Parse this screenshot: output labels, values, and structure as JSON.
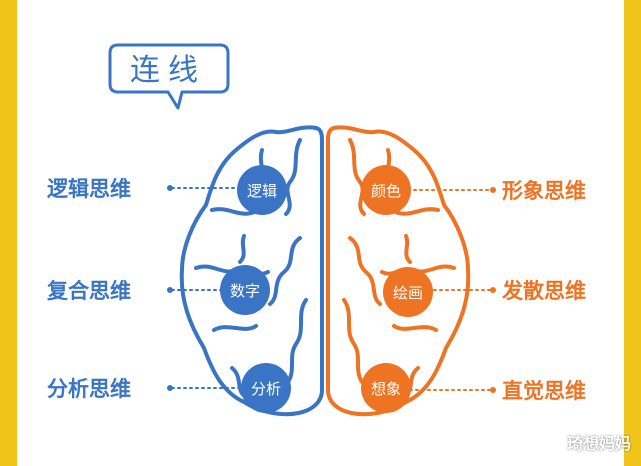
{
  "title": "连线",
  "left_labels": [
    "逻辑思维",
    "复合思维",
    "分析思维"
  ],
  "right_labels": [
    "形象思维",
    "发散思维",
    "直觉思维"
  ],
  "left_nodes": [
    "逻辑",
    "数字",
    "分析"
  ],
  "right_nodes": [
    "颜色",
    "绘画",
    "想象"
  ],
  "watermark": "琦想妈妈",
  "colors": {
    "background": "#f1c419",
    "card": "#ffffff",
    "left_brain": "#3a74c4",
    "right_brain": "#ee7424",
    "title_border": "#3a74c4"
  }
}
